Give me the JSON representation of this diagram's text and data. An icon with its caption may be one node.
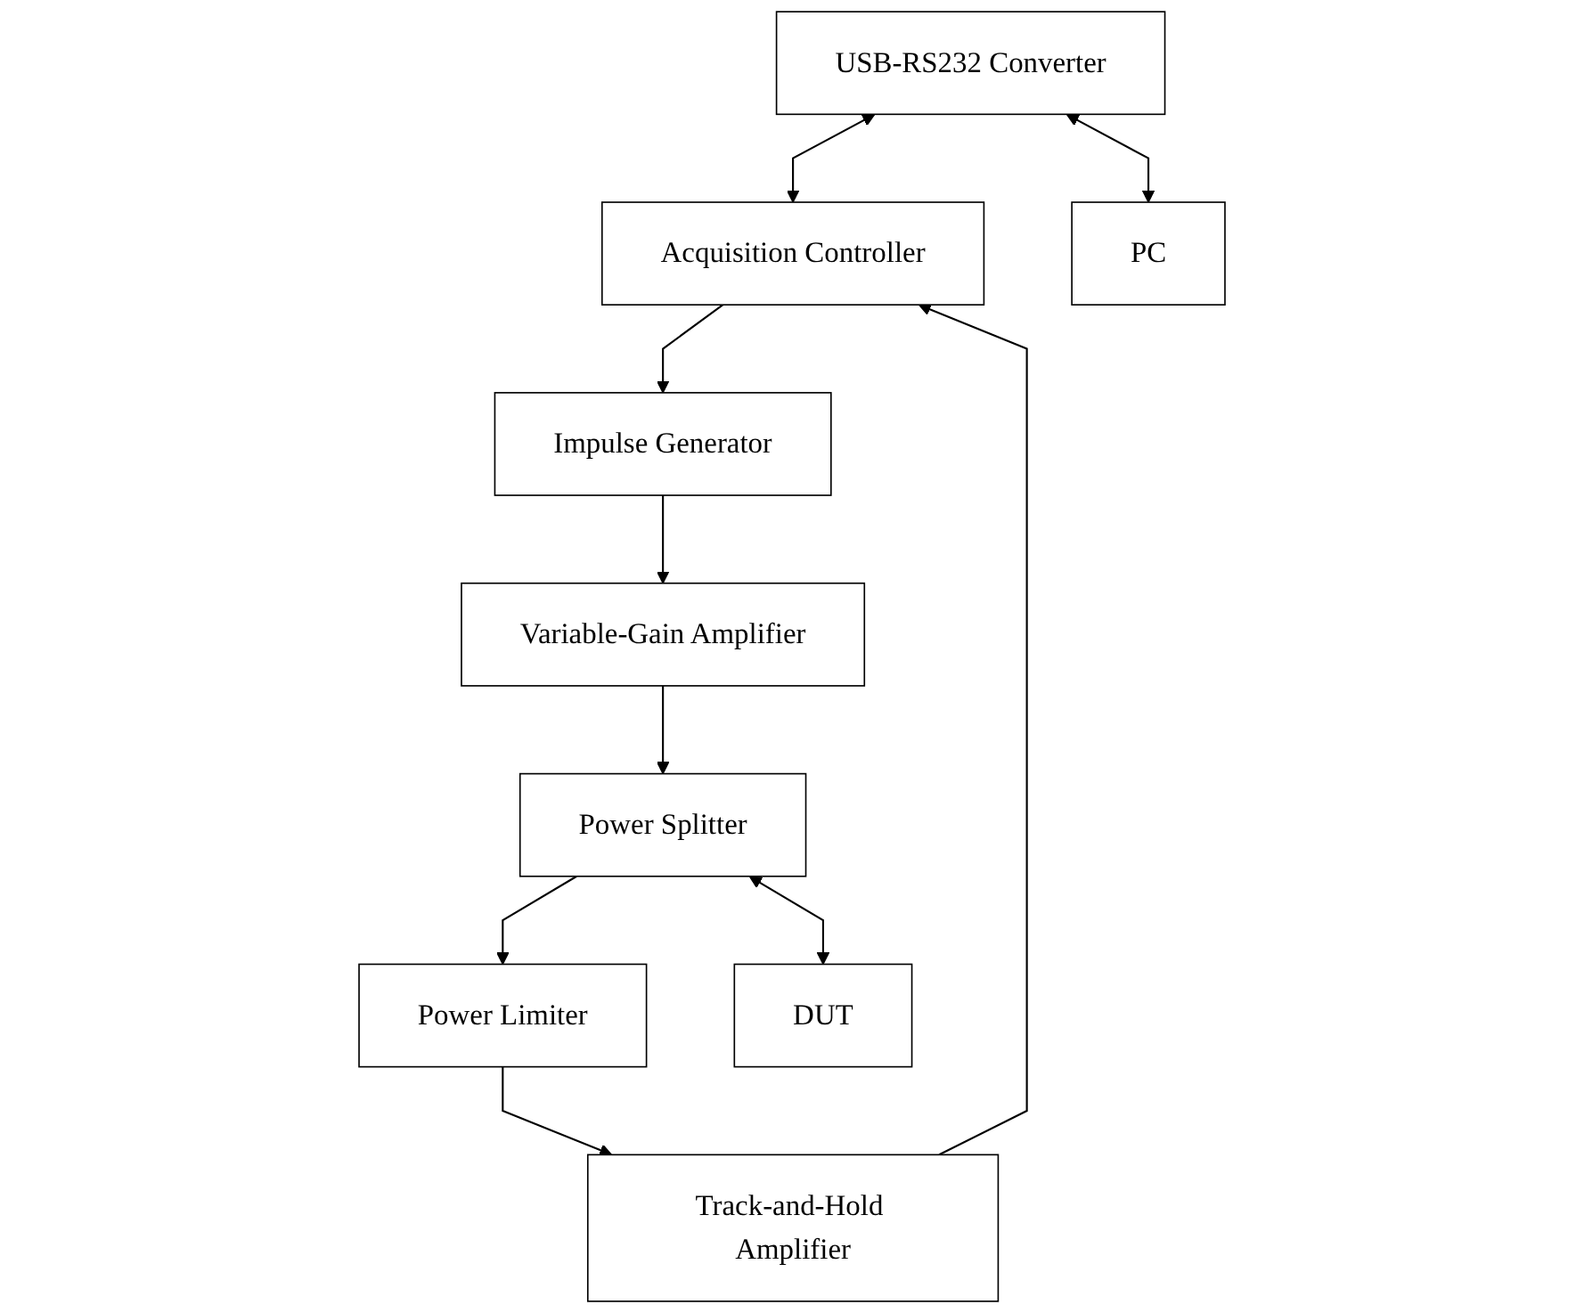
{
  "diagram": {
    "nodes": [
      {
        "text": [
          "USB-RS232 Converter"
        ]
      },
      {
        "text": [
          "Acquisition Controller"
        ]
      },
      {
        "text": [
          "Track-and-Hold Amplifier"
        ]
      },
      {
        "text": [
          "PC"
        ]
      },
      {
        "text": [
          "Impulse Generator"
        ]
      },
      {
        "text": [
          "Power Limiter"
        ]
      },
      {
        "text": [
          "Variable-Gain Amplifier"
        ]
      },
      {
        "text": [
          "Power Splitter"
        ]
      },
      {
        "text": [
          "DUT"
        ]
      }
    ],
    "edges": [
      {
        "from": 0,
        "to": 1,
        "arrow": "both"
      },
      {
        "from": 0,
        "to": 3,
        "arrow": "both"
      },
      {
        "from": 2,
        "to": 1,
        "arrow": "to"
      },
      {
        "from": 1,
        "to": 4,
        "arrow": "to"
      },
      {
        "from": 5,
        "to": 2,
        "arrow": "to"
      },
      {
        "from": 4,
        "to": 6,
        "arrow": "to"
      },
      {
        "from": 7,
        "to": 5,
        "arrow": "to"
      },
      {
        "from": 6,
        "to": 7,
        "arrow": "to"
      },
      {
        "from": 7,
        "to": 8,
        "arrow": "both"
      }
    ]
  }
}
